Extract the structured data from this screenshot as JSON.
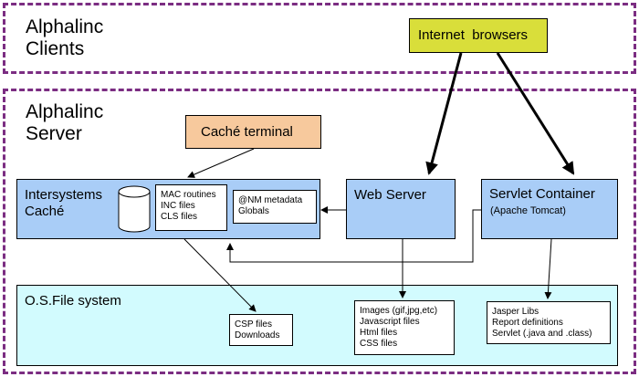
{
  "clients": {
    "title": "Alphalinc\nClients"
  },
  "server": {
    "title": "Alphalinc\nServer"
  },
  "internet_browsers": "Internet  browsers",
  "cache_terminal": "Caché terminal",
  "intersystems": {
    "title": "Intersystems\nCaché",
    "routines": "MAC routines\nINC files\nCLS files",
    "metadata": "@NM metadata\nGlobals"
  },
  "web_server": "Web Server",
  "servlet_container": {
    "title": "Servlet Container",
    "subtitle": "(Apache Tomcat)"
  },
  "file_system": {
    "title": "O.S.File system",
    "csp_files": "CSP files\nDownloads",
    "web_files": "Images (gif,jpg,etc)\nJavascript files\nHtml files\nCSS files",
    "java_files": "Jasper Libs\nReport definitions\nServlet (.java and .class)"
  },
  "colors": {
    "zone_border": "#7b2d82",
    "server_box": "#a9cdf7",
    "fs_box": "#d2fbfe",
    "terminal": "#f7c99d",
    "browsers": "#d9de3a"
  }
}
